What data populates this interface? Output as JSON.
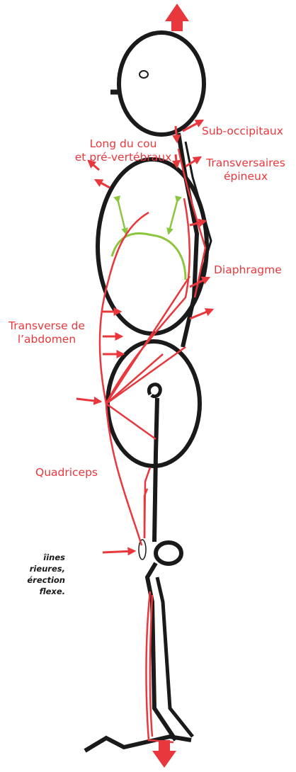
{
  "labels": {
    "sub_occipitaux": "Sub-occipitaux",
    "long_du_cou_1": "Long du cou",
    "long_du_cou_2": "et pré-vertébraux",
    "transversaires_1": "Transversaires",
    "transversaires_2": "épineux",
    "diaphragme": "Diaphragme",
    "transverse_1": "Transverse de",
    "transverse_2": "l’abdomen",
    "quadriceps": "Quadriceps"
  },
  "caption_lines": [
    "îines",
    "rieures,",
    "érection",
    "flexe."
  ],
  "colors": {
    "muscle_red": "#e8383d",
    "bone_black": "#1a1a1a",
    "diaphragm_green": "#8cc63f"
  },
  "icons": [
    "arrow-up-icon",
    "arrow-down-icon",
    "muscle-arrow-icon"
  ]
}
